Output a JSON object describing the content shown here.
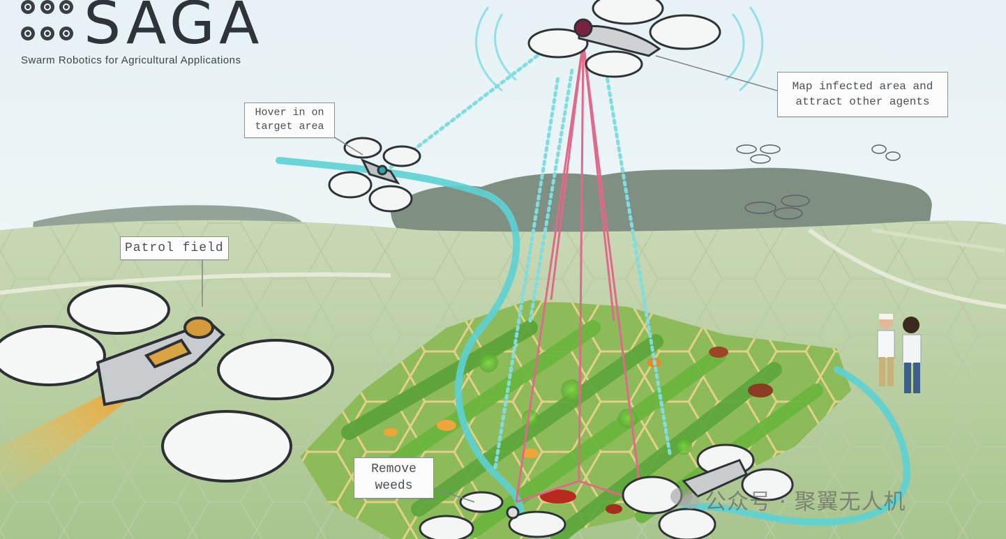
{
  "logo": {
    "title": "SAGA",
    "subtitle": "Swarm Robotics for Agricultural Applications"
  },
  "callouts": {
    "map_infected": [
      "Map infected area and",
      "attract other agents"
    ],
    "hover": [
      "Hover in on",
      "target area"
    ],
    "patrol": "Patrol field",
    "remove_weeds": [
      "Remove",
      "weeds"
    ]
  },
  "watermark": "公众号 · 聚翼无人机",
  "colors": {
    "flight_path": "#5cd1d4",
    "target_lines": "#e0698a",
    "crop_green": "#6bb63f",
    "infected": "#b72a1d",
    "exhaust": "#f2a02a"
  },
  "icons": [
    "wechat-icon"
  ]
}
